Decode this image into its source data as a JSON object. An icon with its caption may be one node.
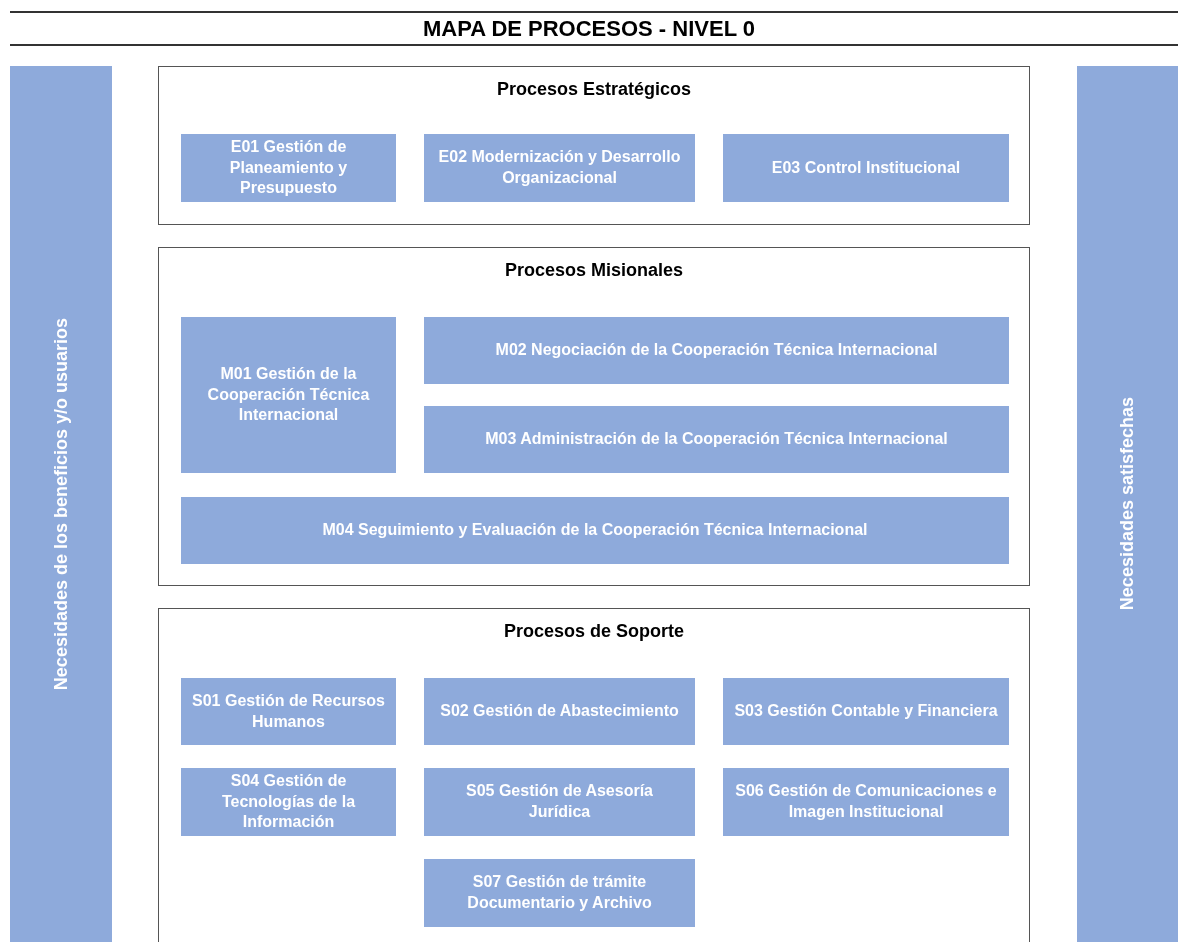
{
  "diagram": {
    "title": "MAPA DE PROCESOS - NIVEL 0",
    "nodes": [
      {
        "text": [
          "Necesidades de los beneficios y/o usuarios"
        ]
      },
      {
        "text": [
          "Procesos Estratégicos"
        ]
      },
      {
        "text": [
          "E01 Gestión de Planeamiento y Presupuesto"
        ],
        "in": 1
      },
      {
        "text": [
          "E02 Modernización y Desarrollo Organizacional"
        ],
        "in": 1
      },
      {
        "text": [
          "E03 Control Institucional"
        ],
        "in": 1
      },
      {
        "text": [
          "Procesos Misionales"
        ]
      },
      {
        "text": [
          "M01 Gestión de la Cooperación Técnica Internacional"
        ],
        "in": 5
      },
      {
        "text": [
          "M02 Negociación de la Cooperación Técnica Internacional"
        ],
        "in": 5
      },
      {
        "text": [
          "M03 Administración de la Cooperación Técnica Internacional"
        ],
        "in": 5
      },
      {
        "text": [
          "M04 Seguimiento y Evaluación de la Cooperación Técnica Internacional"
        ],
        "in": 5
      },
      {
        "text": [
          "Procesos de Soporte"
        ]
      },
      {
        "text": [
          "S01 Gestión de Recursos Humanos"
        ],
        "in": 10
      },
      {
        "text": [
          "S02 Gestión de Abastecimiento"
        ],
        "in": 10
      },
      {
        "text": [
          "S03 Gestión Contable y Financiera"
        ],
        "in": 10
      },
      {
        "text": [
          "S04 Gestión de Tecnologías de la Información"
        ],
        "in": 10
      },
      {
        "text": [
          "S05 Gestión de Asesoría Jurídica"
        ],
        "in": 10
      },
      {
        "text": [
          "S06 Gestión de Comunicaciones e Imagen Institucional"
        ],
        "in": 10
      },
      {
        "text": [
          "S07 Gestión de trámite Documentario y Archivo"
        ],
        "in": 10
      },
      {
        "text": [
          "Necesidades satisfechas"
        ]
      }
    ]
  }
}
